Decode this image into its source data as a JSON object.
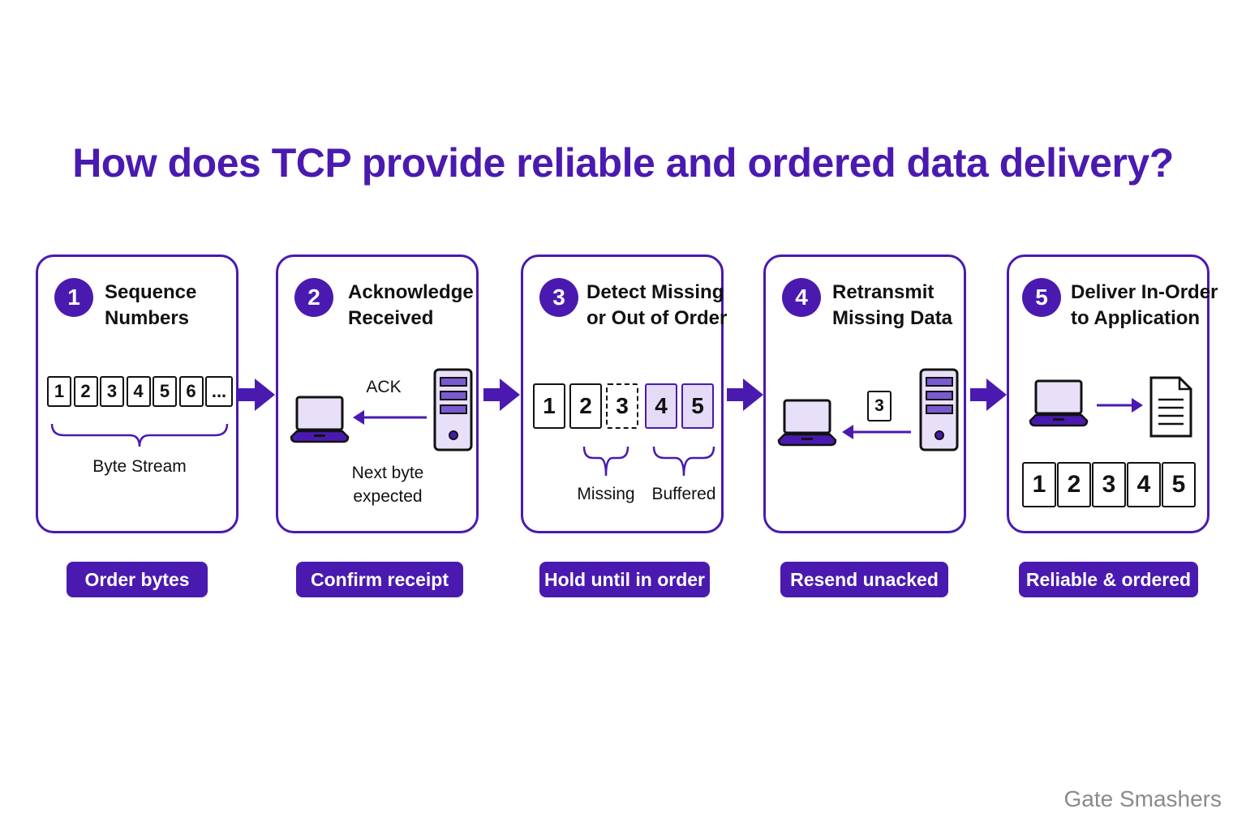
{
  "title": "How does TCP provide reliable and ordered data delivery?",
  "colors": {
    "accent": "#4a1ab0",
    "buffered_fill": "#e4dbf7",
    "icon_fill": "#e8e0f8"
  },
  "steps": [
    {
      "number": "1",
      "title_line1": "Sequence",
      "title_line2": "Numbers",
      "cells": [
        "1",
        "2",
        "3",
        "4",
        "5",
        "6",
        "..."
      ],
      "caption": "Byte Stream",
      "pill": "Order bytes"
    },
    {
      "number": "2",
      "title_line1": "Acknowledge",
      "title_line2": "Received",
      "ack_label": "ACK",
      "caption_line1": "Next byte",
      "caption_line2": "expected",
      "pill": "Confirm receipt"
    },
    {
      "number": "3",
      "title_line1": "Detect Missing",
      "title_line2": "or Out of Order",
      "cells": [
        "1",
        "2",
        "3",
        "4",
        "5"
      ],
      "missing_label": "Missing",
      "buffered_label": "Buffered",
      "pill": "Hold until in order"
    },
    {
      "number": "4",
      "title_line1": "Retransmit",
      "title_line2": "Missing Data",
      "packet": "3",
      "pill": "Resend unacked"
    },
    {
      "number": "5",
      "title_line1": "Deliver In-Order",
      "title_line2": "to Application",
      "cells": [
        "1",
        "2",
        "3",
        "4",
        "5"
      ],
      "pill": "Reliable & ordered"
    }
  ],
  "icons": [
    "laptop-icon",
    "server-icon",
    "document-icon",
    "arrow-icon",
    "brace-icon"
  ],
  "brand": "Gate Smashers"
}
